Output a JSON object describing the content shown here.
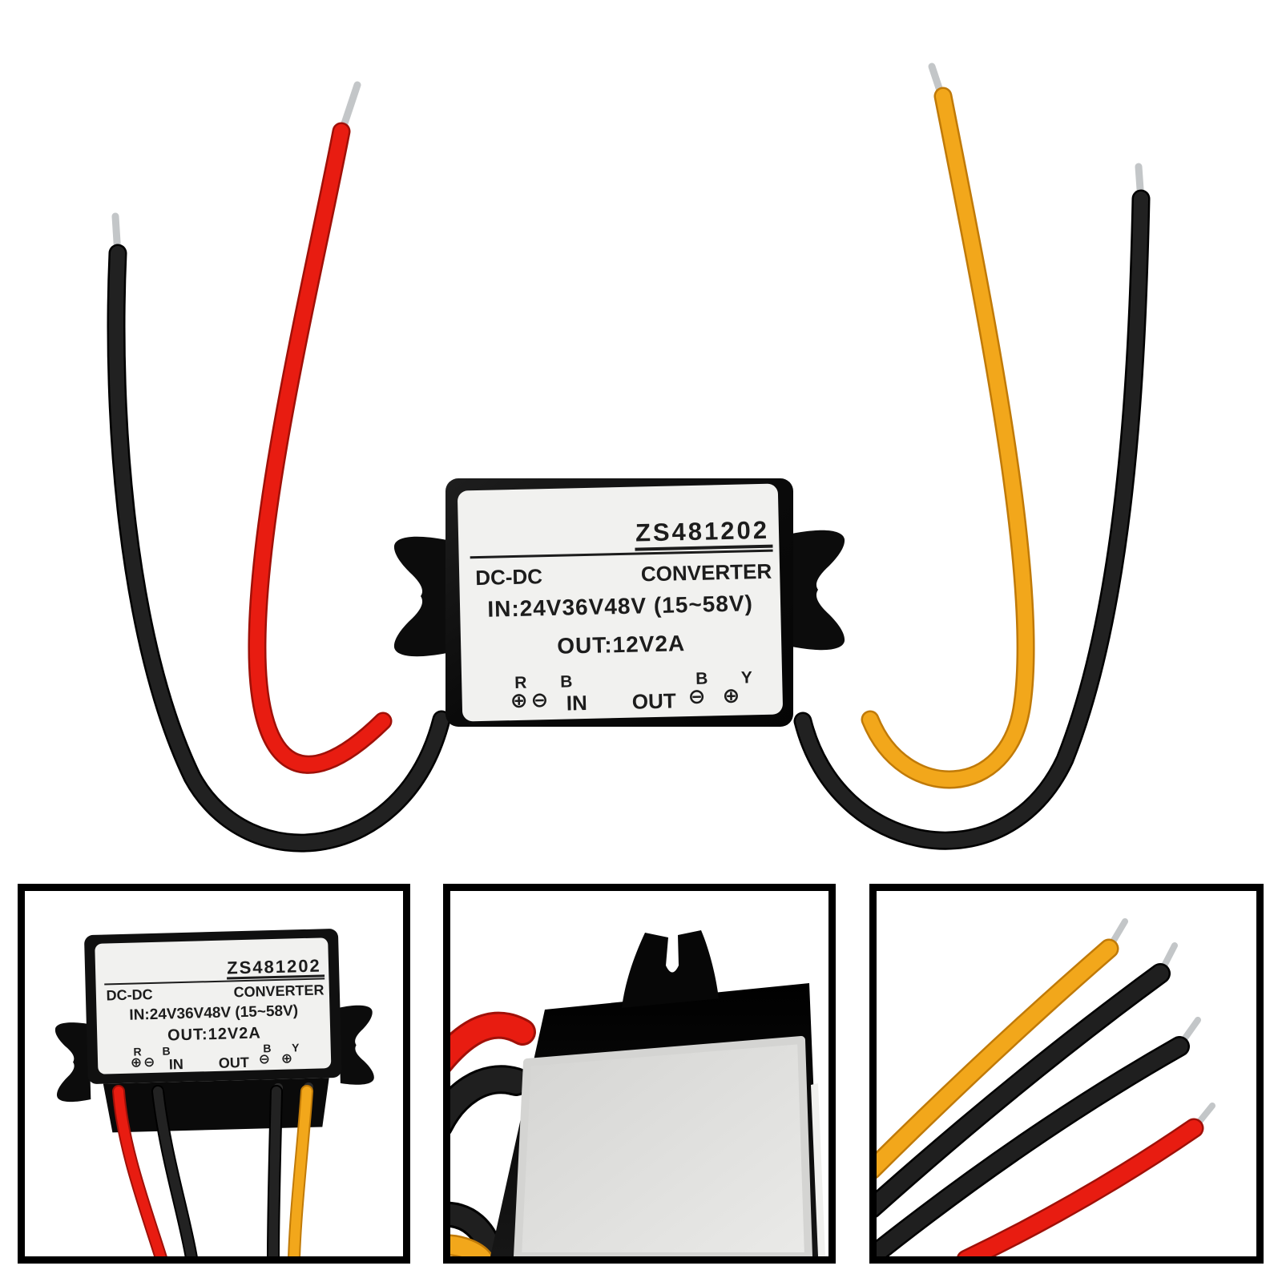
{
  "scene": {
    "background": "#ffffff",
    "description": "Product photo of a waterproof DC-DC step-down converter module with four wire leads, plus three detail thumbnails"
  },
  "label": {
    "model": "ZS481202",
    "type_left": "DC-DC",
    "type_right": "CONVERTER",
    "input_spec": "IN:24V36V48V (15~58V)",
    "output_spec": "OUT:12V2A",
    "in_letters": "R B",
    "in_symbols": "⊕⊖",
    "in_label": "IN",
    "out_label": "OUT",
    "out_symbols": "⊖ ⊕",
    "out_letters": "B Y"
  },
  "wires": {
    "input_positive": {
      "color_name": "red",
      "hex": "#e81c11"
    },
    "input_ground": {
      "color_name": "black",
      "hex": "#1f1f1f"
    },
    "output_positive": {
      "color_name": "yellow",
      "hex": "#f2a71b"
    },
    "output_ground": {
      "color_name": "black",
      "hex": "#1f1f1f"
    },
    "bare_tip": {
      "color_name": "tinned silver",
      "hex": "#c3c6c8"
    }
  },
  "device": {
    "body_hex": "#0d0d0d",
    "label_bg_hex": "#f1f1ef",
    "label_text_hex": "#1c1c1c"
  },
  "thumbnails": {
    "border_hex": "#000000",
    "items": [
      {
        "name": "front view with wires"
      },
      {
        "name": "mounting-tab close-up"
      },
      {
        "name": "wire-tips close-up"
      }
    ]
  }
}
